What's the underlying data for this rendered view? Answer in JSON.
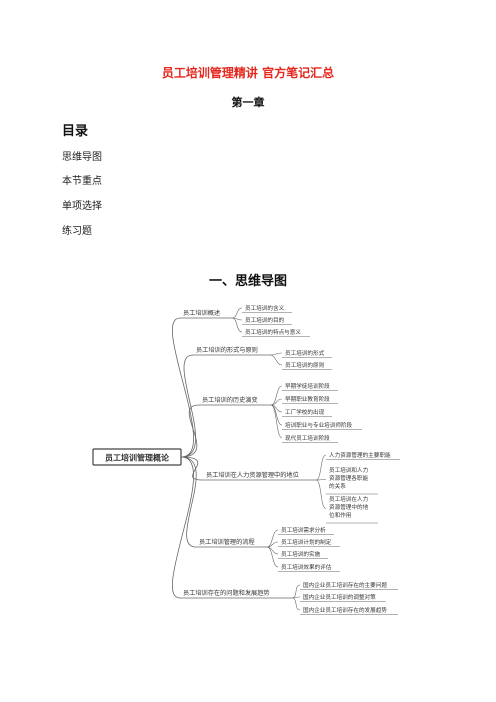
{
  "doc": {
    "title": "员工培训管理精讲  官方笔记汇总",
    "chapter": "第一章",
    "toc_heading": "目录",
    "toc": [
      "思维导图",
      "本节重点",
      "单项选择",
      "练习题"
    ],
    "section_heading": "一、思维导图"
  },
  "mindmap": {
    "root": "员工培训管理概论",
    "branches": [
      {
        "label": "员工培训概述",
        "children": [
          "员工培训的含义",
          "员工培训的目的",
          "员工培训的特点与意义"
        ]
      },
      {
        "label": "员工培训的形式与原则",
        "children": [
          "员工培训的形式",
          "员工培训的原则"
        ]
      },
      {
        "label": "员工培训的历史演变",
        "children": [
          "早期学徒培训阶段",
          "早期职业教育阶段",
          "工厂学校的出现",
          "培训职业与专业培训师阶段",
          "现代员工培训阶段"
        ]
      },
      {
        "label": "员工培训在人力资源管理中的地位",
        "children": [
          "人力资源管理的主要职能",
          "员工培训和人力资源管理各职能的关系",
          "员工培训在人力资源管理中的地位和作用"
        ]
      },
      {
        "label": "员工培训管理的流程",
        "children": [
          "员工培训需求分析",
          "员工培训计划的制定",
          "员工培训的实施",
          "员工培训效果的评估"
        ]
      },
      {
        "label": "员工培训存在的问题和发展趋势",
        "children": [
          "国内企业员工培训存在的主要问题",
          "国内企业员工培训的调整对策",
          "国内企业员工培训存在的发展趋势"
        ]
      }
    ]
  }
}
